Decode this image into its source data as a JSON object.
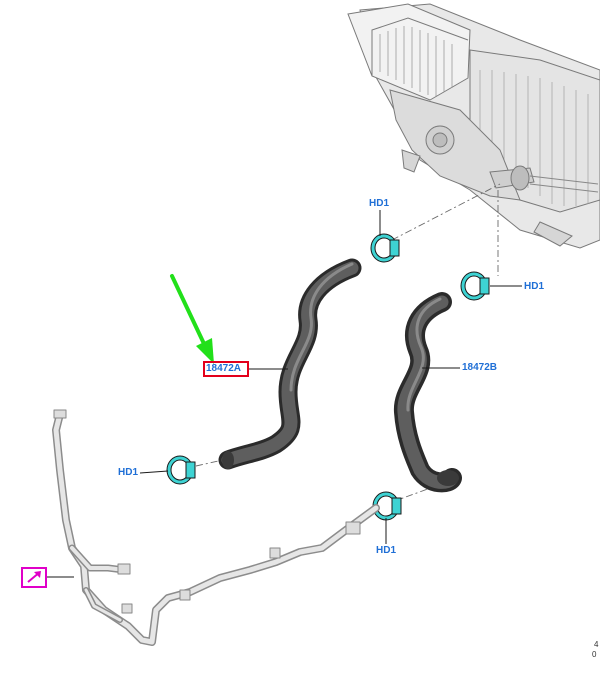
{
  "labels": {
    "hose_a": "18472A",
    "hose_b": "18472B",
    "clamp_top": "HD1",
    "clamp_right": "HD1",
    "clamp_left": "HD1",
    "clamp_bottom": "HD1"
  },
  "corner_marks": {
    "top": "4",
    "bottom": "0"
  },
  "colors": {
    "label_blue": "#1f6fd6",
    "highlight_red": "#e3001b",
    "arrow_green": "#22e01a",
    "callout_magenta": "#e000c8",
    "clamp_cyan": "#3ed3d3",
    "hose_gray": "#4a4a4a"
  }
}
